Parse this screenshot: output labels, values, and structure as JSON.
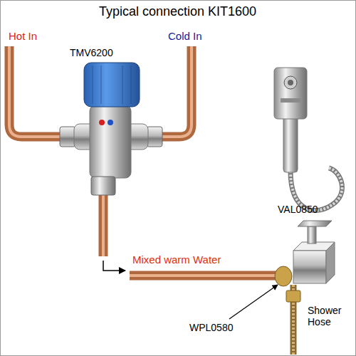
{
  "diagram": {
    "title": "Typical connection KIT1600",
    "labels": [
      "Hot In",
      "Cold In",
      "TMV6200",
      "Mixed warm Water",
      "VAL0850",
      "WPL0580",
      "Shower Hose"
    ]
  }
}
